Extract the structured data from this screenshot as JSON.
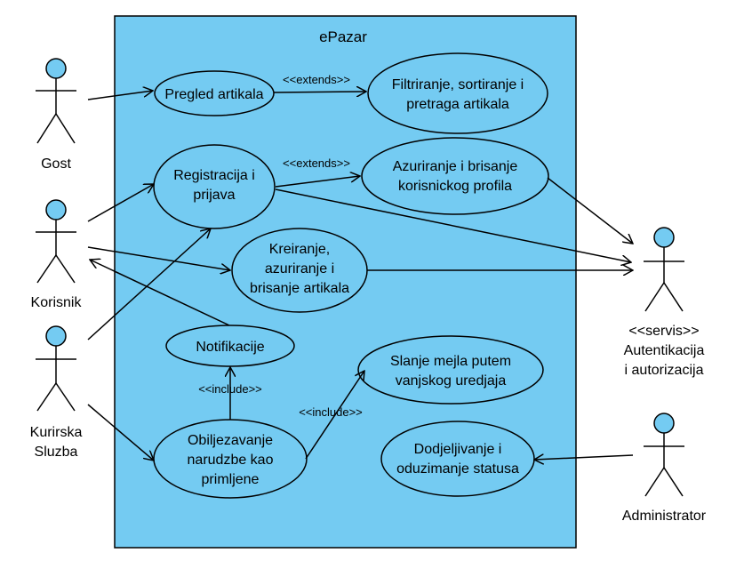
{
  "system": {
    "title": "ePazar"
  },
  "actors": {
    "gost": "Gost",
    "korisnik": "Korisnik",
    "kurirska_line1": "Kurirska",
    "kurirska_line2": "Sluzba",
    "servis_line1": "<<servis>>",
    "servis_line2": "Autentikacija",
    "servis_line3": "i autorizacija",
    "administrator": "Administrator"
  },
  "use_cases": {
    "pregled": "Pregled artikala",
    "filtriranje_line1": "Filtriranje, sortiranje i",
    "filtriranje_line2": "pretraga artikala",
    "registracija_line1": "Registracija i",
    "registracija_line2": "prijava",
    "azuriranje_line1": "Azuriranje i brisanje",
    "azuriranje_line2": "korisnickog profila",
    "kreiranje_line1": "Kreiranje,",
    "kreiranje_line2": "azuriranje i",
    "kreiranje_line3": "brisanje artikala",
    "notifikacije": "Notifikacije",
    "slanje_line1": "Slanje mejla putem",
    "slanje_line2": "vanjskog uredjaja",
    "obiljezavanje_line1": "Obiljezavanje",
    "obiljezavanje_line2": "narudzbe kao",
    "obiljezavanje_line3": "primljene",
    "dodjeljivanje_line1": "Dodjeljivanje i",
    "dodjeljivanje_line2": "oduzimanje statusa"
  },
  "relations": {
    "extends_1": "<<extends>>",
    "extends_2": "<<extends>>",
    "include_1": "<<include>>",
    "include_2": "<<include>>"
  },
  "colors": {
    "system_fill": "#74cbf2",
    "actor_head": "#74cbf2",
    "stroke": "#000000"
  }
}
